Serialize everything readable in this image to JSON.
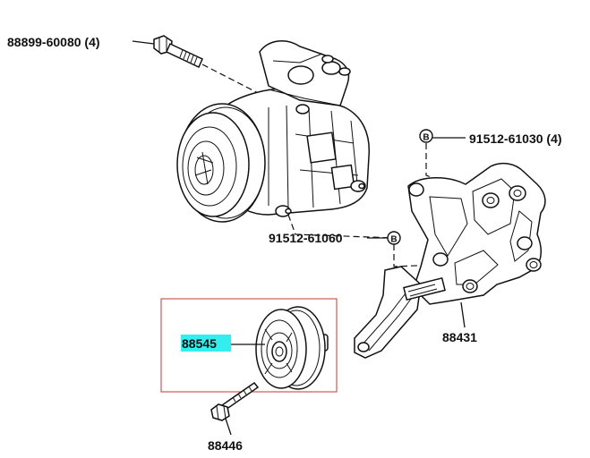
{
  "labels": {
    "bolt_top": "88899-60080 (4)",
    "bolt_b1": "91512-61030 (4)",
    "bolt_b2": "91512-61060",
    "bracket": "88431",
    "pulley": "88545",
    "pulley_bolt": "88446",
    "marker_b": "B"
  },
  "colors": {
    "highlight": "#33eeee",
    "selection_box": "#c0392b"
  }
}
